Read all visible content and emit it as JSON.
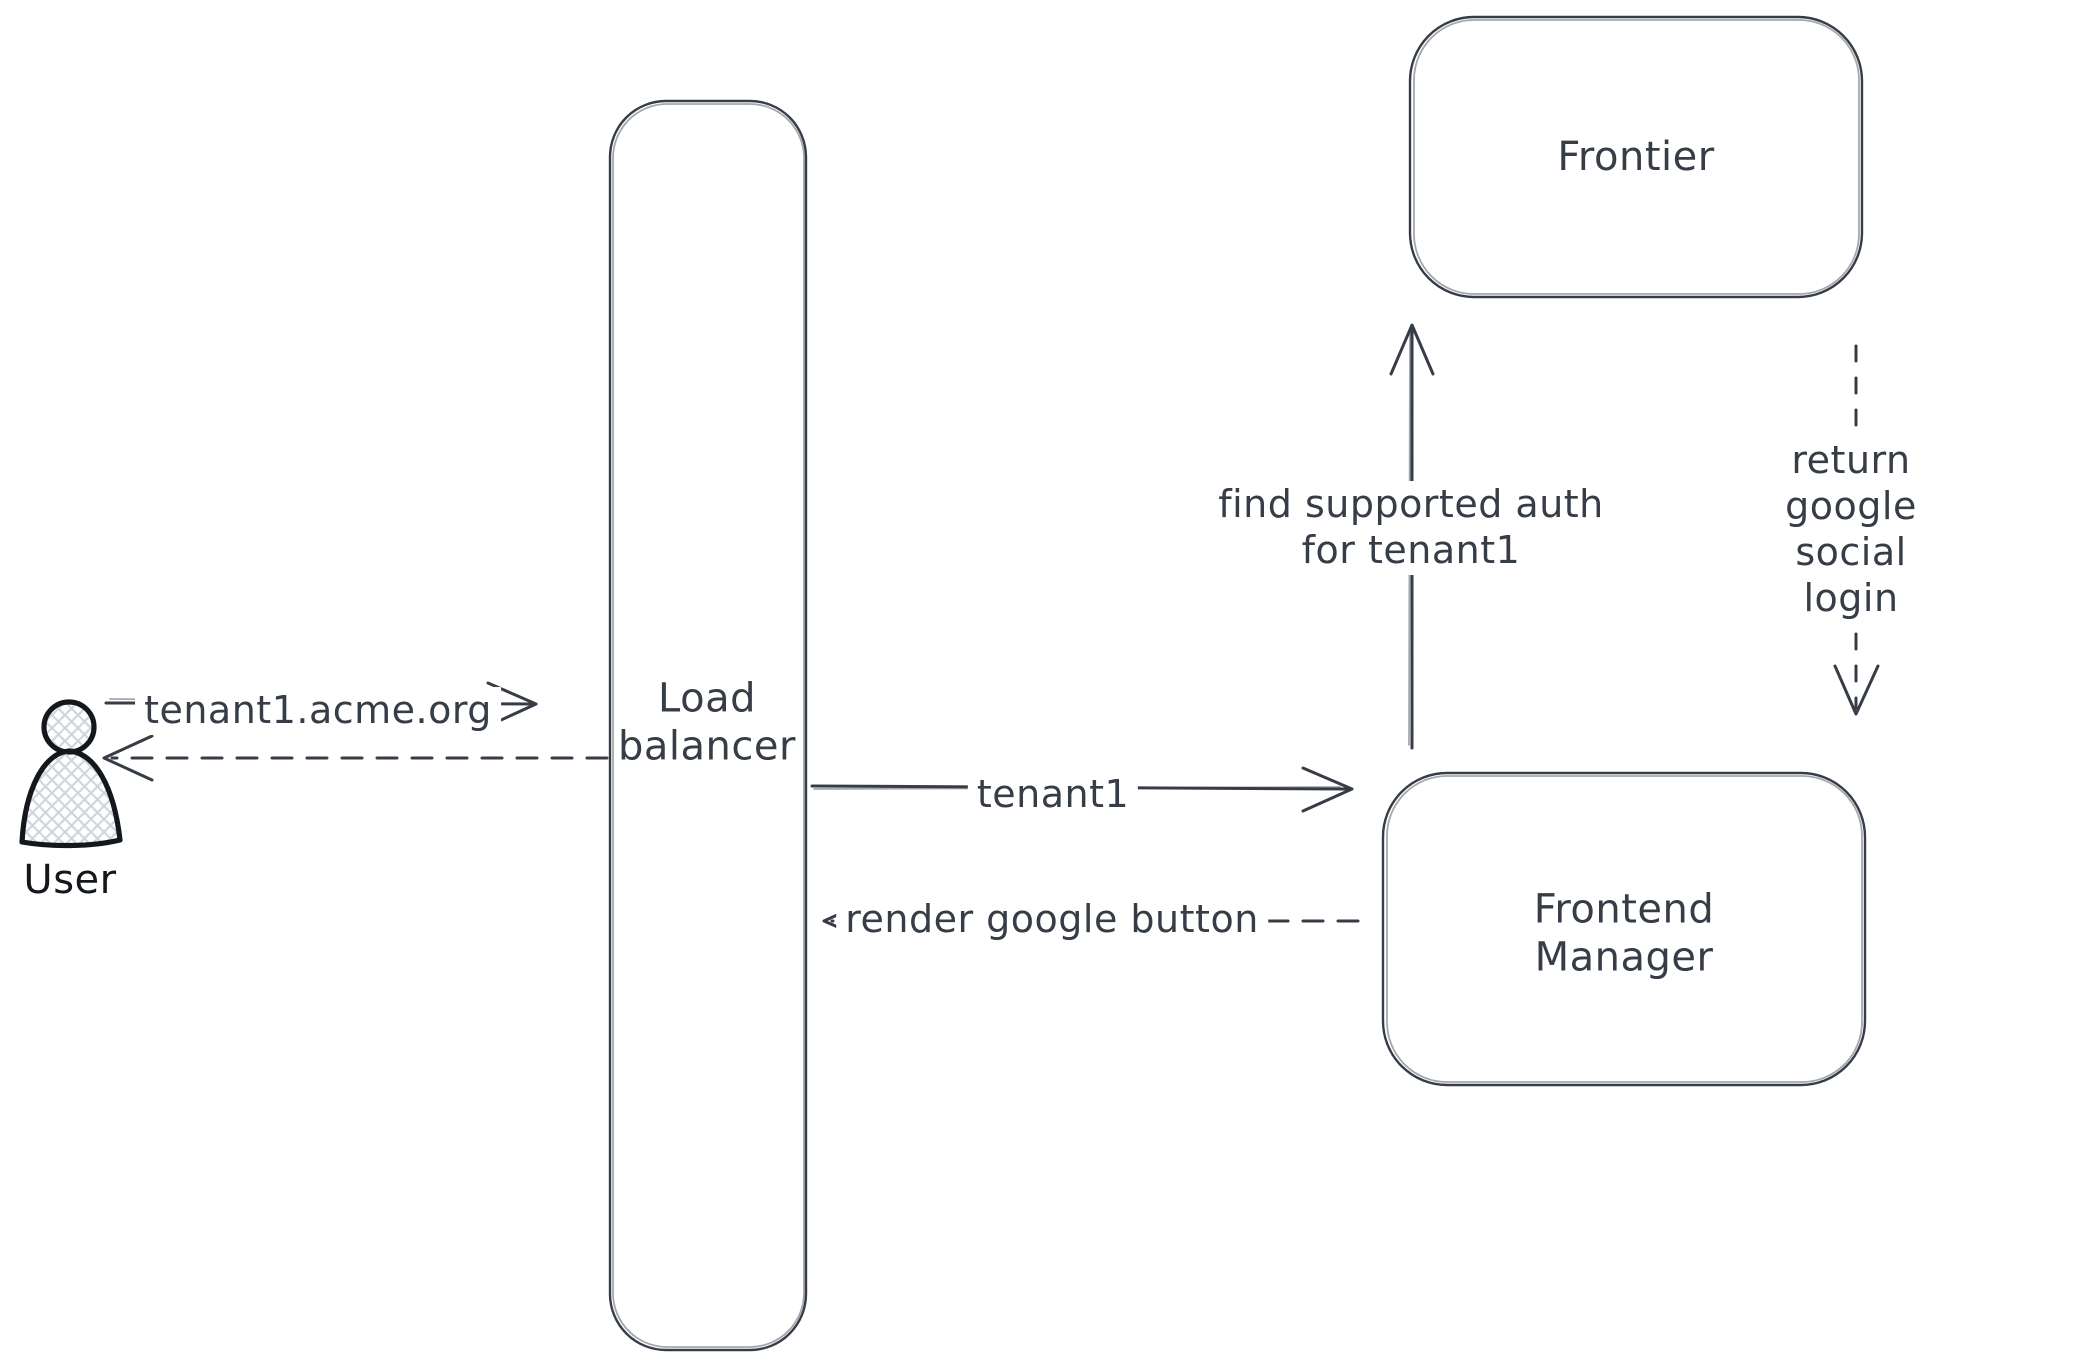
{
  "colors": {
    "ink": "#363d47",
    "user-ink": "#14171b",
    "hatch": "#cfd6de",
    "bg": "#ffffff"
  },
  "diagram": {
    "nodes": {
      "user": {
        "label": "User",
        "type": "actor"
      },
      "load_balancer": {
        "label": "Load\nbalancer",
        "type": "box"
      },
      "frontier": {
        "label": "Frontier",
        "type": "box"
      },
      "frontend_manager": {
        "label": "Frontend\nManager",
        "type": "box"
      }
    },
    "edges": [
      {
        "from": "user",
        "to": "load_balancer",
        "style": "solid",
        "label": "tenant1.acme.org"
      },
      {
        "from": "load_balancer",
        "to": "user",
        "style": "dashed",
        "label": ""
      },
      {
        "from": "load_balancer",
        "to": "frontend_manager",
        "style": "solid",
        "label": "tenant1"
      },
      {
        "from": "frontend_manager",
        "to": "load_balancer",
        "style": "dashed",
        "label": "render google button"
      },
      {
        "from": "frontend_manager",
        "to": "frontier",
        "style": "solid",
        "label": "find supported auth\nfor tenant1"
      },
      {
        "from": "frontier",
        "to": "frontend_manager",
        "style": "dashed",
        "label": "return google social\nlogin"
      }
    ]
  }
}
